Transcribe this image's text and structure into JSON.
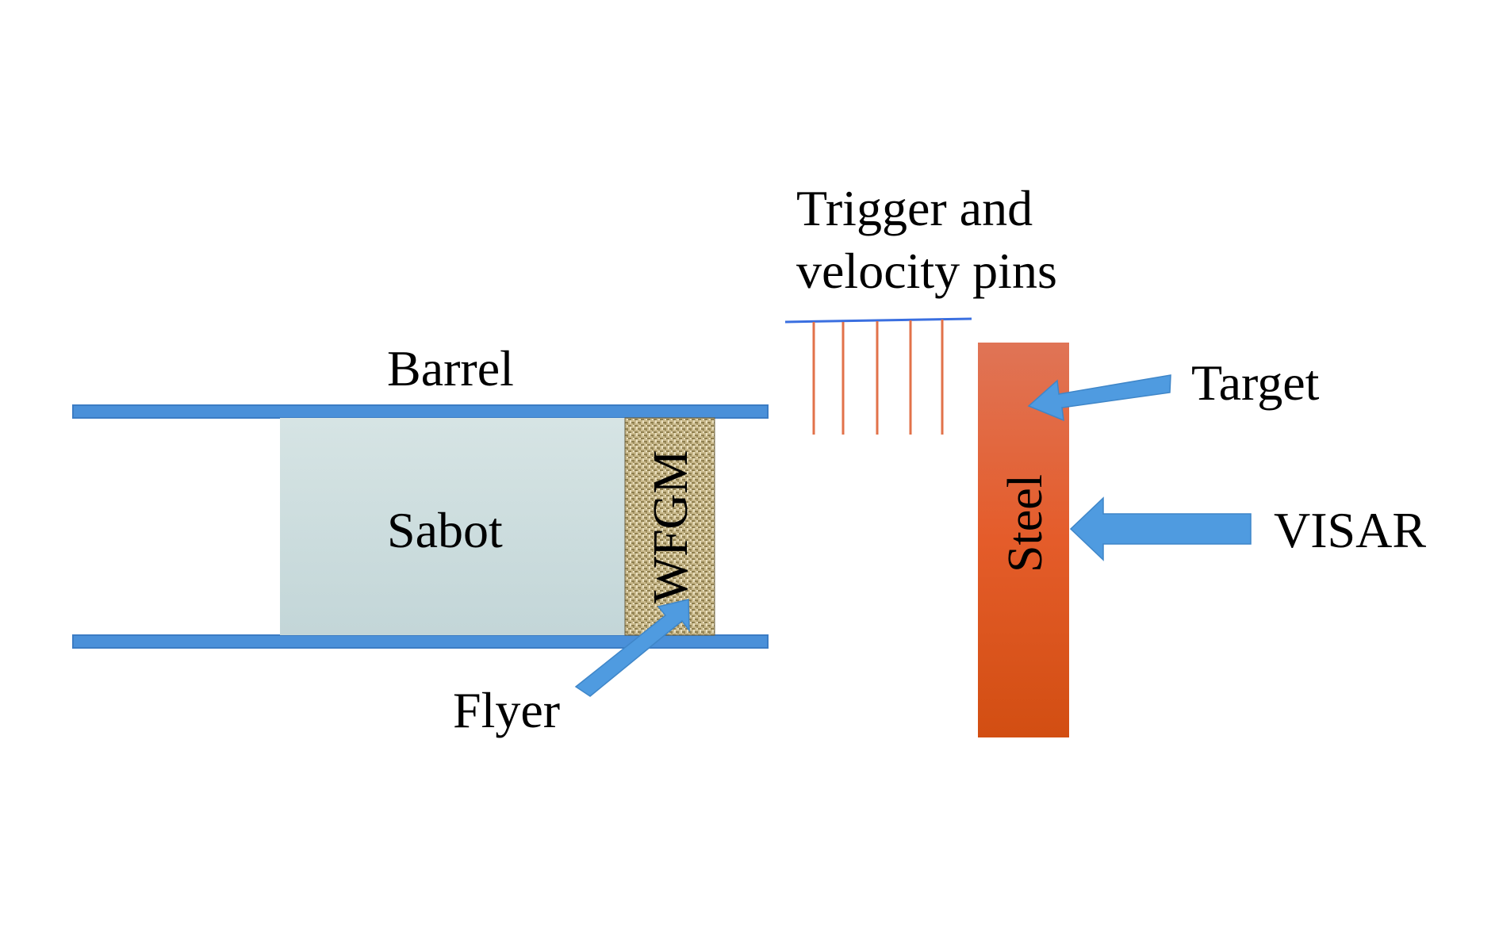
{
  "labels": {
    "barrel": "Barrel",
    "sabot": "Sabot",
    "wfgm": "WFGM",
    "flyer": "Flyer",
    "trigger_line1": "Trigger and",
    "trigger_line2": "velocity pins",
    "target": "Target",
    "steel": "Steel",
    "visar": "VISAR"
  },
  "colors": {
    "barrel": "#4a90d9",
    "sabot": "#cfdfe0",
    "flyer_texture": "#b8a878",
    "pins": "#e2724a",
    "pin_bar": "#3a6fe0",
    "steel_top": "#e07050",
    "steel_bottom": "#d44e14",
    "arrow": "#4f9be0"
  }
}
